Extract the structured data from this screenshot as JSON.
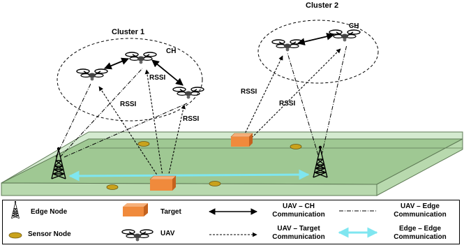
{
  "clusters": [
    {
      "title": "Cluster 1",
      "head_label": "CH"
    },
    {
      "title": "Cluster 2",
      "head_label": "CH"
    }
  ],
  "link_labels": {
    "rssi_1": "RSSI",
    "rssi_2": "RSSI",
    "rssi_3": "RSSI",
    "rssi_4": "RSSI",
    "rssi_5": "RSSI"
  },
  "legend": {
    "edge_node": "Edge Node",
    "sensor_node": "Sensor Node",
    "target": "Target",
    "uav": "UAV",
    "uav_ch_line1": "UAV – CH",
    "uav_ch_line2": "Communication",
    "uav_target_line1": "UAV – Target",
    "uav_target_line2": "Communication",
    "uav_edge_line1": "UAV – Edge",
    "uav_edge_line2": "Communication",
    "edge_edge_line1": "Edge – Edge",
    "edge_edge_line2": "Communication"
  },
  "colors": {
    "ground": "#9fc893",
    "ground_edge": "#5e7a55",
    "target": "#f08a3c",
    "sensor": "#c9a21c",
    "edge_link": "#7fe6f0"
  }
}
